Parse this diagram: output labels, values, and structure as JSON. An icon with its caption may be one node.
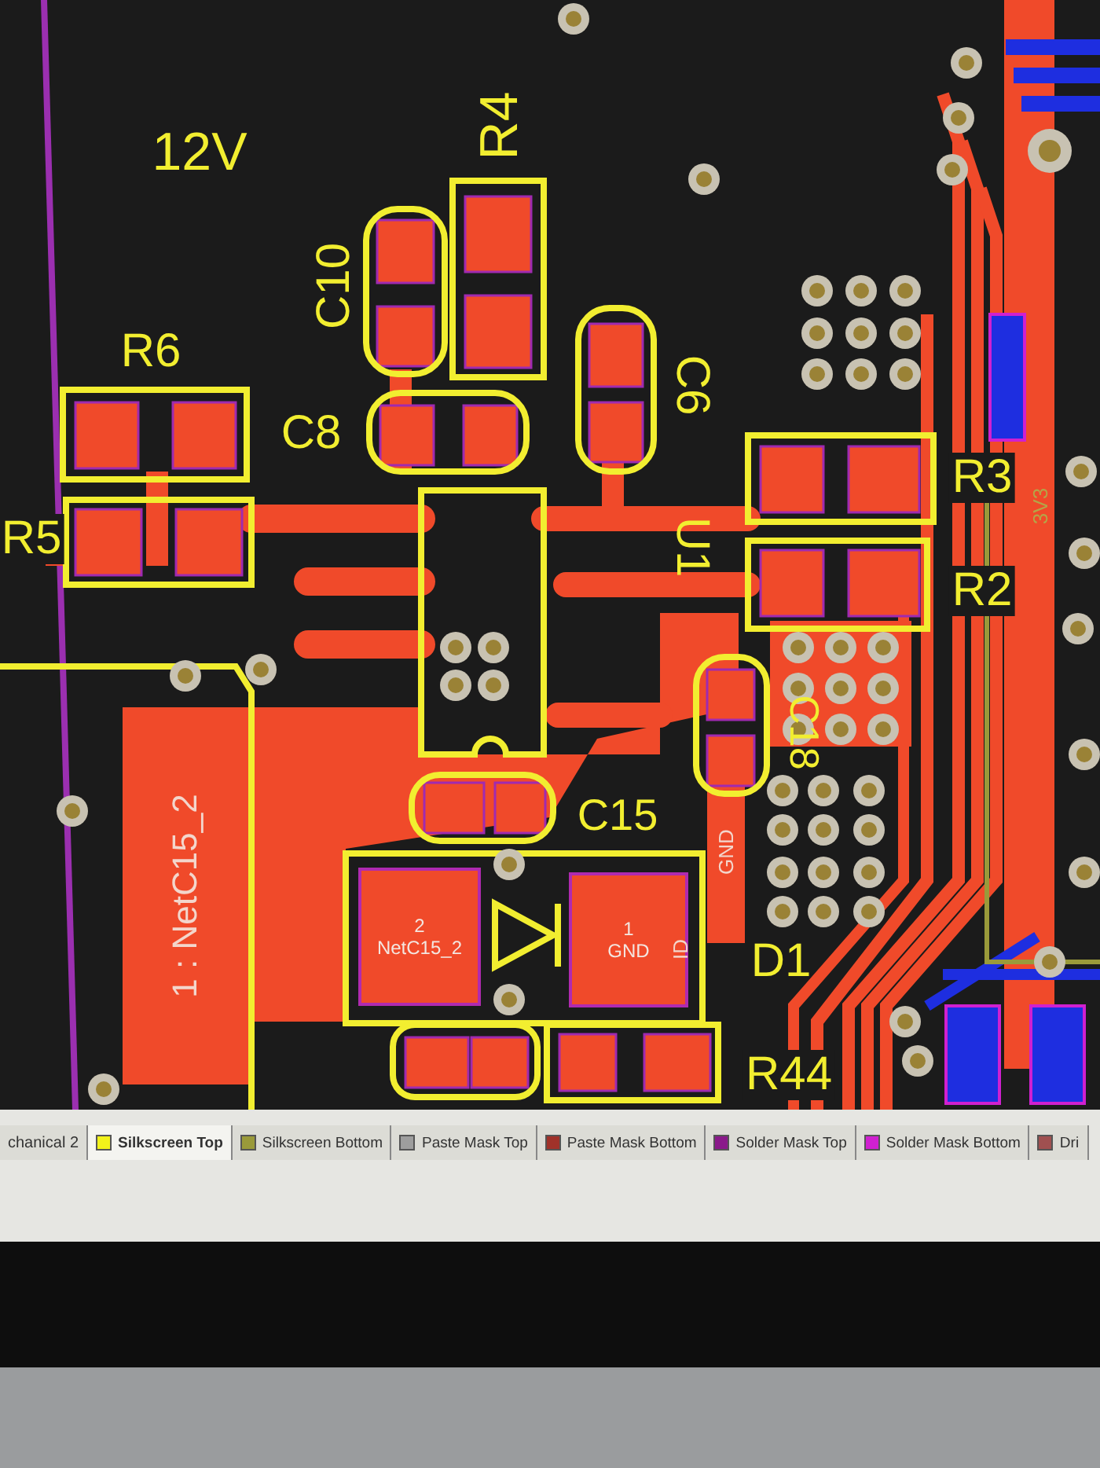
{
  "diagram": {
    "nodes": [
      {
        "text": [
          "1 : NetC15_2"
        ]
      },
      {
        "text": [
          "2",
          "NetC15_2"
        ]
      },
      {
        "text": [
          "1",
          "GND"
        ]
      }
    ],
    "labels": [
      "12V",
      "R4",
      "C10",
      "R6",
      "C6",
      "C8",
      "R5",
      "U1",
      "R3",
      "3V3",
      "R2",
      "C18",
      "GND",
      "C15",
      "ID",
      "D1",
      "R44",
      "chanical 2"
    ],
    "legend": [
      {
        "text": "Silkscreen Top",
        "color": "#f2f21a"
      },
      {
        "text": "Silkscreen Bottom",
        "color": "#9a9a3a"
      },
      {
        "text": "Paste Mask Top",
        "color": "#9e9e9e"
      },
      {
        "text": "Paste Mask Bottom",
        "color": "#a0322a"
      },
      {
        "text": "Solder Mask Top",
        "color": "#8a1a8a"
      },
      {
        "text": "Solder Mask Bottom",
        "color": "#d020d0"
      },
      {
        "text": "Dri",
        "color": "#a05050"
      }
    ]
  }
}
